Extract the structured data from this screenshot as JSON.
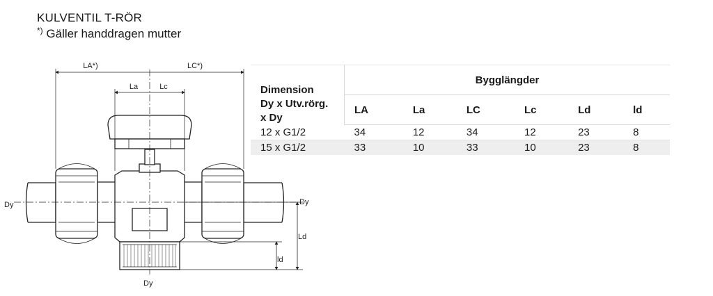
{
  "header": {
    "title": "KULVENTIL T-RÖR",
    "subtitle_marker": "*)",
    "subtitle_text": " Gäller handdragen mutter"
  },
  "drawing": {
    "labels": {
      "la_star": "LA*)",
      "lc_star": "LC*)",
      "la": "La",
      "lc": "Lc",
      "dy_left": "Dy",
      "dy_right": "Dy",
      "dy_bottom": "Dy",
      "ld_upper": "Ld",
      "ld_lower": "ld"
    }
  },
  "table": {
    "dimension_header": [
      "Dimension",
      "Dy x Utv.rörg.",
      "x Dy"
    ],
    "group_header": "Bygglängder",
    "columns": [
      "LA",
      "La",
      "LC",
      "Lc",
      "Ld",
      "ld"
    ],
    "rows": [
      {
        "dimension": "12 x G1/2",
        "values": [
          "34",
          "12",
          "34",
          "12",
          "23",
          "8"
        ]
      },
      {
        "dimension": "15 x G1/2",
        "values": [
          "33",
          "10",
          "33",
          "10",
          "23",
          "8"
        ]
      }
    ]
  }
}
